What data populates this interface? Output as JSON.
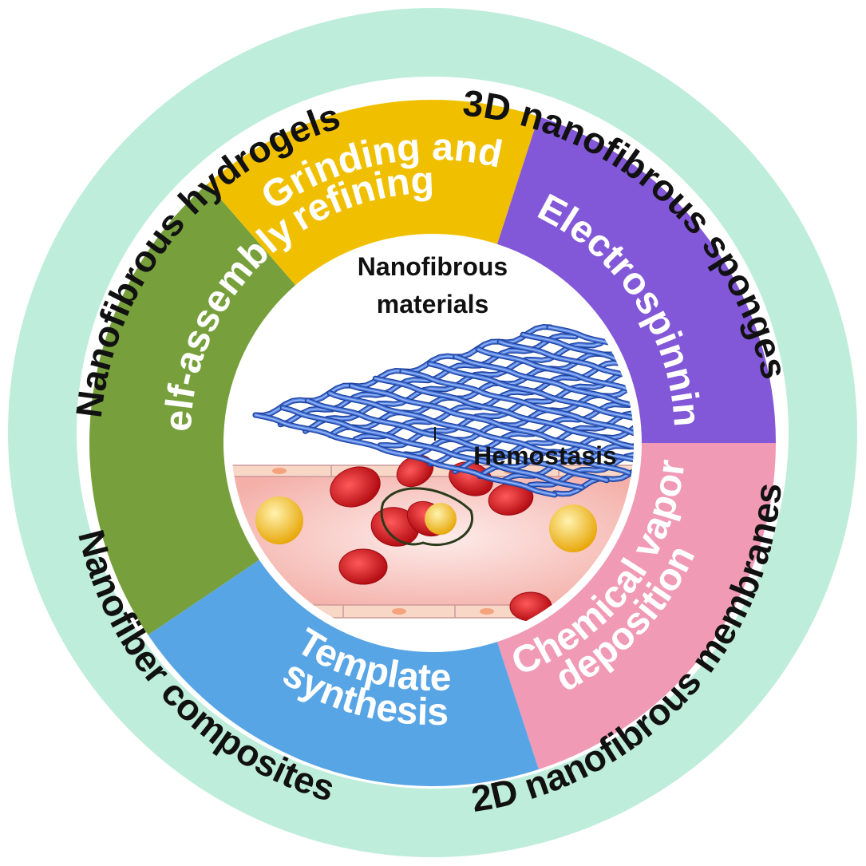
{
  "colors": {
    "outer_ring": "#BFEDDC",
    "white_gap": "#FFFFFF",
    "grinding": "#F0C000",
    "electrospinning": "#8258D8",
    "cvd": "#F09AB6",
    "template": "#58A5E6",
    "self_assembly": "#77A03C",
    "fiber": "#3E6CD6",
    "vessel": "#F6C3BE",
    "rbc": "#D8141C",
    "platelet": "#F4BB18"
  },
  "outer_labels": [
    {
      "id": "sponges",
      "text": "3D nanofibrous sponges"
    },
    {
      "id": "membranes",
      "text": "2D nanofibrous membranes"
    },
    {
      "id": "composites",
      "text": "Nanofiber composites"
    },
    {
      "id": "hydrogels",
      "text": "Nanofibrous hydrogels"
    }
  ],
  "segments": [
    {
      "id": "grinding",
      "lines": [
        "Grinding and",
        "refining"
      ],
      "color_key": "grinding"
    },
    {
      "id": "electrospinning",
      "lines": [
        "Electrospinning"
      ],
      "color_key": "electrospinning"
    },
    {
      "id": "cvd",
      "lines": [
        "Chemical vapor",
        "deposition"
      ],
      "color_key": "cvd"
    },
    {
      "id": "template",
      "lines": [
        "Template",
        "synthesis"
      ],
      "color_key": "template"
    },
    {
      "id": "self_assembly",
      "lines": [
        "Self-assembly"
      ],
      "color_key": "self_assembly"
    }
  ],
  "center": {
    "title_line1": "Nanofibrous",
    "title_line2": "materials",
    "hemostasis": "Hemostasis"
  }
}
